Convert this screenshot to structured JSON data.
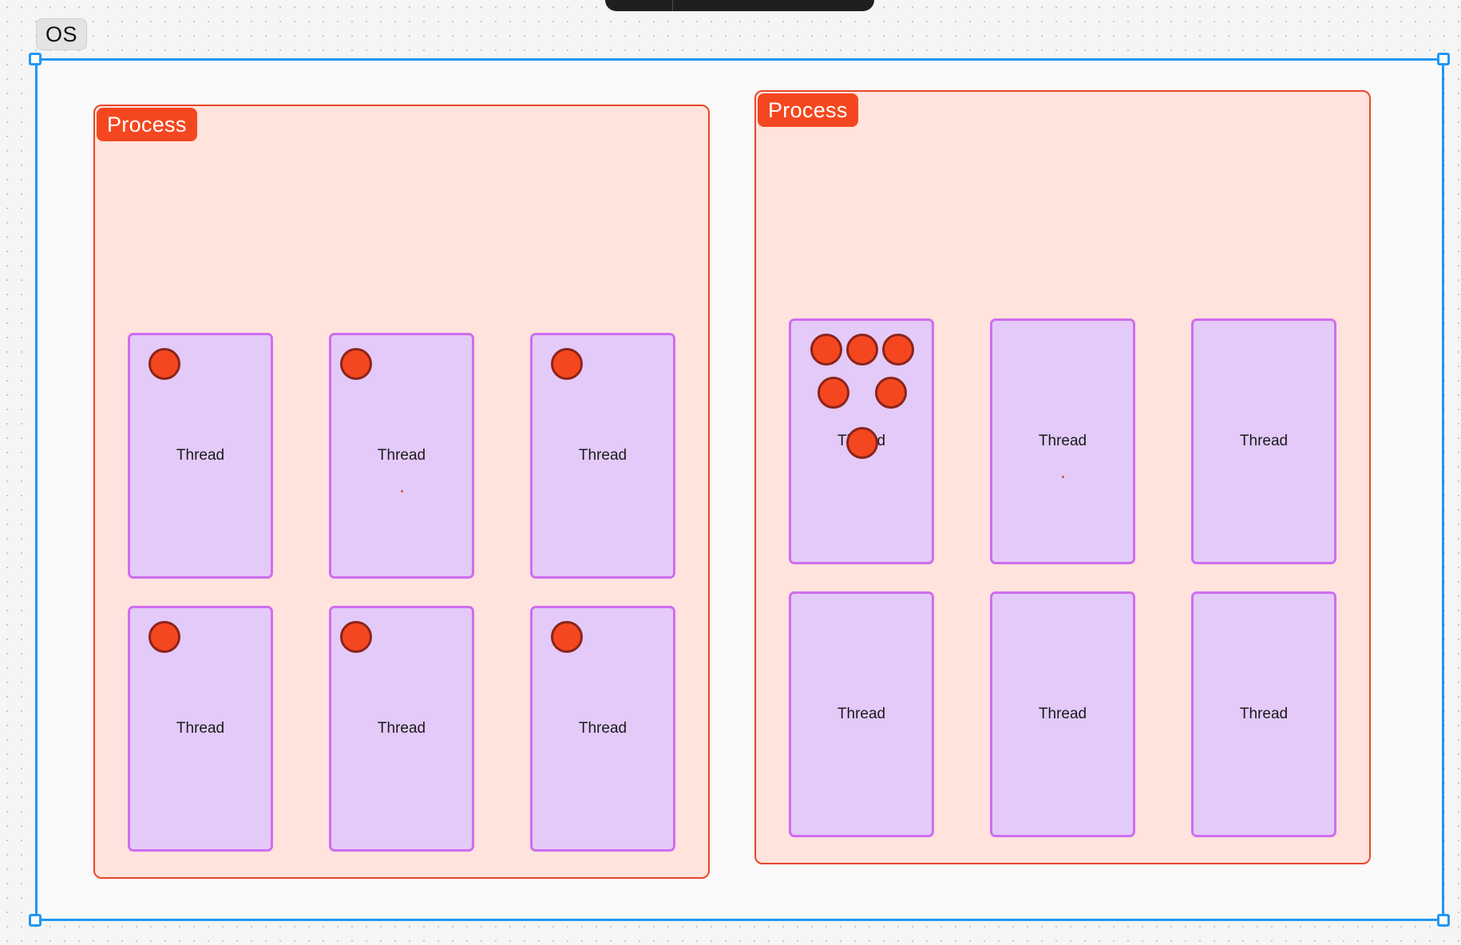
{
  "canvas": {
    "frame_label": "OS"
  },
  "processes": [
    {
      "label": "Process",
      "threads": [
        {
          "label": "Thread",
          "dots": 1
        },
        {
          "label": "Thread",
          "dots": 1
        },
        {
          "label": "Thread",
          "dots": 1
        },
        {
          "label": "Thread",
          "dots": 1
        },
        {
          "label": "Thread",
          "dots": 1
        },
        {
          "label": "Thread",
          "dots": 1
        }
      ]
    },
    {
      "label": "Process",
      "threads": [
        {
          "label": "Thread",
          "dots": 6
        },
        {
          "label": "Thread",
          "dots": 0
        },
        {
          "label": "Thread",
          "dots": 0
        },
        {
          "label": "Thread",
          "dots": 0
        },
        {
          "label": "Thread",
          "dots": 0
        },
        {
          "label": "Thread",
          "dots": 0
        }
      ]
    }
  ],
  "colors": {
    "frame_border": "#2196f3",
    "process_fill": "#ffe3dc",
    "process_border": "#e8472a",
    "process_label_bg": "#f4471f",
    "thread_fill": "#e3caf9",
    "thread_border": "#cf6df0",
    "dot_fill": "#f4471f",
    "dot_border": "#8b241c"
  }
}
